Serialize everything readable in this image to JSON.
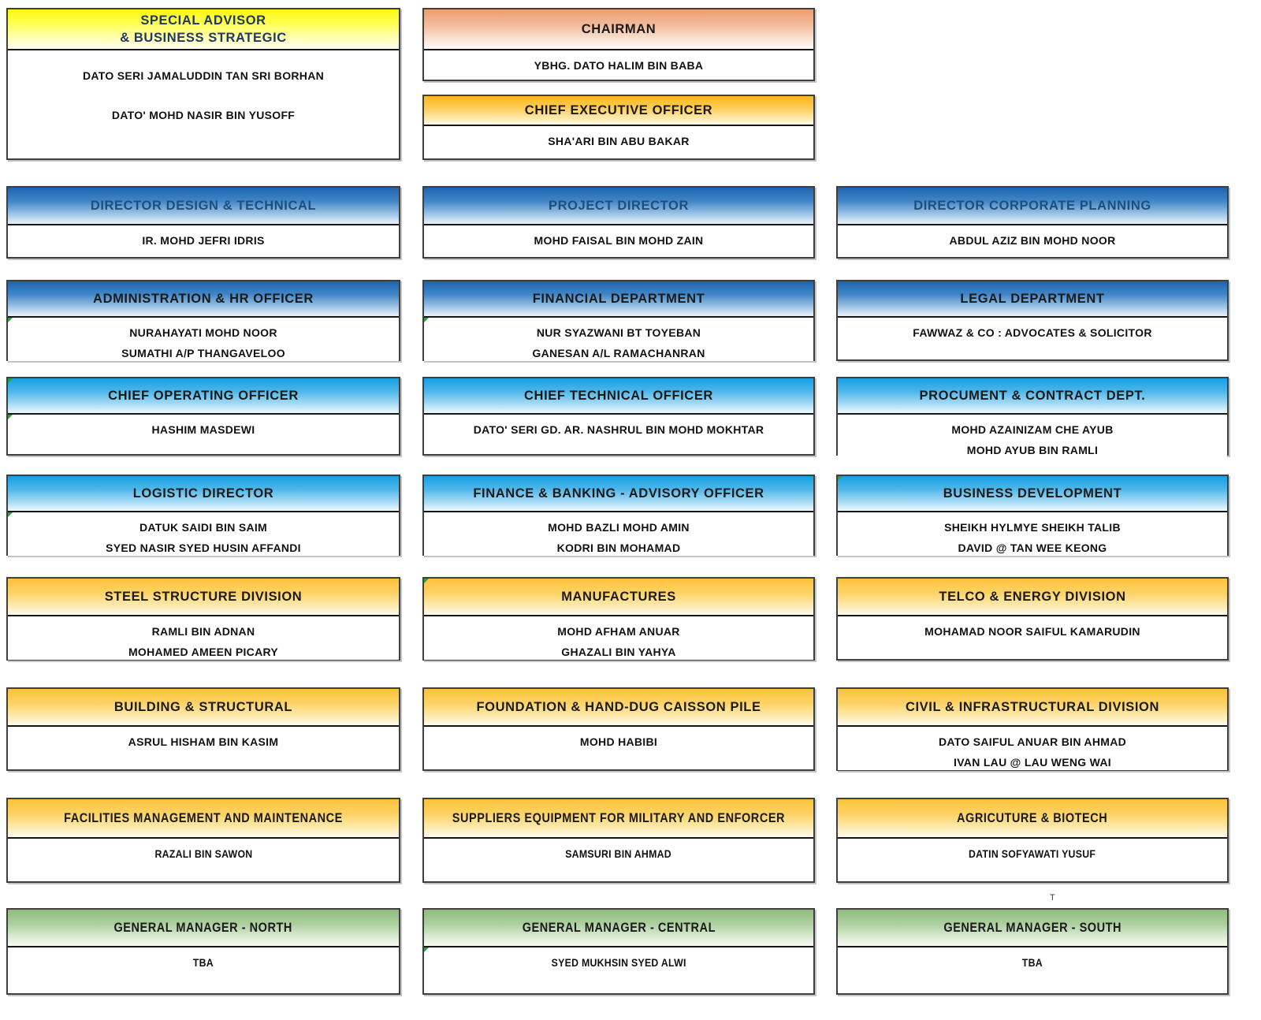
{
  "palette": {
    "yellow_top": "#FFF715",
    "peach_top": "#EB9E70",
    "gold_top": "#FBB91E",
    "blue_top": "#1D64AE",
    "sky_top": "#15A0E2",
    "amber_top": "#FCC23A",
    "green_top": "#8FBA7D",
    "navy_title": "#1F4E79",
    "dark_title": "#1A1A1A",
    "body_bg": "#FFFFFF",
    "border": "#3F3F3F"
  },
  "stray_label": {
    "text": "T"
  },
  "rows": [
    {
      "boxes": [
        {
          "id": "special-advisor",
          "style": "yellow",
          "title": "SPECIAL ADVISOR",
          "title2": "& BUSINESS STRATEGIC",
          "title_color": "#1F3864",
          "names": [
            "DATO SERI JAMALUDDIN TAN SRI BORHAN",
            "DATO' MOHD NASIR BIN YUSOFF"
          ]
        },
        {
          "id": "chairman",
          "style": "peach",
          "title": "CHAIRMAN",
          "title_color": "#1A1A1A",
          "names": [
            "YBHG. DATO HALIM BIN BABA"
          ]
        },
        {
          "id": "ceo",
          "style": "gold",
          "title": "CHIEF EXECUTIVE OFFICER",
          "title_color": "#1A1A1A",
          "names": [
            "SHA'ARI BIN ABU BAKAR"
          ]
        }
      ]
    },
    {
      "boxes": [
        {
          "id": "director-design-technical",
          "style": "blue",
          "title": "DIRECTOR DESIGN & TECHNICAL",
          "title_color": "#1F4E79",
          "names": [
            "IR. MOHD JEFRI IDRIS"
          ]
        },
        {
          "id": "project-director",
          "style": "blue",
          "title": "PROJECT DIRECTOR",
          "title_color": "#1F4E79",
          "names": [
            "MOHD FAISAL BIN MOHD ZAIN"
          ]
        },
        {
          "id": "director-corporate-planning",
          "style": "blue",
          "title": "DIRECTOR CORPORATE PLANNING",
          "title_color": "#1F4E79",
          "names": [
            "ABDUL AZIZ BIN MOHD NOOR"
          ]
        }
      ]
    },
    {
      "boxes": [
        {
          "id": "administration-hr-officer",
          "style": "blue",
          "title": "ADMINISTRATION & HR OFFICER",
          "title_color": "#1A1A1A",
          "names": [
            "NURAHAYATI MOHD NOOR",
            "SUMATHI A/P THANGAVELOO"
          ],
          "marker_body": true
        },
        {
          "id": "financial-department",
          "style": "blue",
          "title": "FINANCIAL DEPARTMENT",
          "title_color": "#1A1A1A",
          "names": [
            "NUR SYAZWANI BT TOYEBAN",
            "GANESAN A/L RAMACHANRAN"
          ],
          "marker_body": true
        },
        {
          "id": "legal-department",
          "style": "blue",
          "title": "LEGAL DEPARTMENT",
          "title_color": "#1A1A1A",
          "names": [
            "FAWWAZ & CO : ADVOCATES & SOLICITOR"
          ]
        }
      ]
    },
    {
      "boxes": [
        {
          "id": "chief-operating-officer",
          "style": "sky",
          "title": "CHIEF OPERATING OFFICER",
          "title_color": "#1A1A1A",
          "names": [
            "HASHIM MASDEWI"
          ],
          "marker_header": true,
          "marker_body": true
        },
        {
          "id": "chief-technical-officer",
          "style": "sky",
          "title": "CHIEF TECHNICAL OFFICER",
          "title_color": "#1A1A1A",
          "names": [
            "DATO' SERI GD. AR. NASHRUL BIN MOHD MOKHTAR"
          ]
        },
        {
          "id": "procurement-contract-dept",
          "style": "sky",
          "title": "PROCUMENT & CONTRACT DEPT.",
          "title_color": "#1A1A1A",
          "names": [
            "MOHD AZAINIZAM CHE AYUB",
            "MOHD AYUB BIN RAMLI"
          ]
        }
      ]
    },
    {
      "boxes": [
        {
          "id": "logistic-director",
          "style": "sky",
          "title": "LOGISTIC DIRECTOR",
          "title_color": "#1A1A1A",
          "names": [
            "DATUK SAIDI BIN SAIM",
            "SYED NASIR SYED HUSIN AFFANDI"
          ],
          "marker_body": true
        },
        {
          "id": "finance-banking-advisory-officer",
          "style": "sky",
          "title": "FINANCE & BANKING - ADVISORY OFFICER",
          "title_color": "#1A1A1A",
          "names": [
            "MOHD BAZLI MOHD AMIN",
            "KODRI BIN MOHAMAD"
          ]
        },
        {
          "id": "business-development",
          "style": "sky",
          "title": "BUSINESS DEVELOPMENT",
          "title_color": "#1A1A1A",
          "names": [
            "SHEIKH HYLMYE SHEIKH TALIB",
            "DAVID @ TAN WEE KEONG"
          ],
          "marker_header": true
        }
      ]
    },
    {
      "boxes": [
        {
          "id": "steel-structure-division",
          "style": "amber",
          "title": "STEEL STRUCTURE DIVISION",
          "title_color": "#1A1A1A",
          "names": [
            "RAMLI BIN ADNAN",
            "MOHAMED AMEEN PICARY"
          ]
        },
        {
          "id": "manufactures",
          "style": "amber",
          "title": "MANUFACTURES",
          "title_color": "#1A1A1A",
          "names": [
            "MOHD AFHAM ANUAR",
            "GHAZALI BIN YAHYA"
          ],
          "marker_header": true
        },
        {
          "id": "telco-energy-division",
          "style": "amber",
          "title": "TELCO & ENERGY DIVISION",
          "title_color": "#1A1A1A",
          "names": [
            "MOHAMAD NOOR SAIFUL KAMARUDIN"
          ]
        }
      ]
    },
    {
      "boxes": [
        {
          "id": "building-structural",
          "style": "amber",
          "title": "BUILDING & STRUCTURAL",
          "title_color": "#1A1A1A",
          "names": [
            "ASRUL HISHAM BIN KASIM"
          ]
        },
        {
          "id": "foundation-hand-dug-caisson-pile",
          "style": "amber",
          "title": "FOUNDATION & HAND-DUG CAISSON PILE",
          "title_color": "#1A1A1A",
          "names": [
            "MOHD HABIBI"
          ]
        },
        {
          "id": "civil-infrastructural-division",
          "style": "amber",
          "title": "CIVIL & INFRASTRUCTURAL DIVISION",
          "title_color": "#1A1A1A",
          "names": [
            "DATO SAIFUL ANUAR BIN AHMAD",
            "IVAN LAU @ LAU WENG WAI"
          ]
        }
      ]
    },
    {
      "boxes": [
        {
          "id": "facilities-management-maintenance",
          "style": "amber",
          "title": "FACILITIES MANAGEMENT AND MAINTENANCE",
          "title_color": "#1A1A1A",
          "names": [
            "RAZALI BIN SAWON"
          ]
        },
        {
          "id": "suppliers-equipment-military-enforcer",
          "style": "amber",
          "title": "SUPPLIERS EQUIPMENT FOR MILITARY AND ENFORCER",
          "title_color": "#1A1A1A",
          "names": [
            "SAMSURI BIN AHMAD"
          ]
        },
        {
          "id": "agriculture-biotech",
          "style": "amber",
          "title": "AGRICUTURE & BIOTECH",
          "title_color": "#1A1A1A",
          "names": [
            "DATIN SOFYAWATI YUSUF"
          ]
        }
      ]
    },
    {
      "boxes": [
        {
          "id": "general-manager-north",
          "style": "green",
          "title": "GENERAL MANAGER - NORTH",
          "title_color": "#1A1A1A",
          "names": [
            "TBA"
          ]
        },
        {
          "id": "general-manager-central",
          "style": "green",
          "title": "GENERAL MANAGER - CENTRAL",
          "title_color": "#1A1A1A",
          "names": [
            "SYED MUKHSIN SYED ALWI"
          ],
          "marker_body": true
        },
        {
          "id": "general-manager-south",
          "style": "green",
          "title": "GENERAL MANAGER - SOUTH",
          "title_color": "#1A1A1A",
          "names": [
            "TBA"
          ]
        }
      ]
    }
  ]
}
